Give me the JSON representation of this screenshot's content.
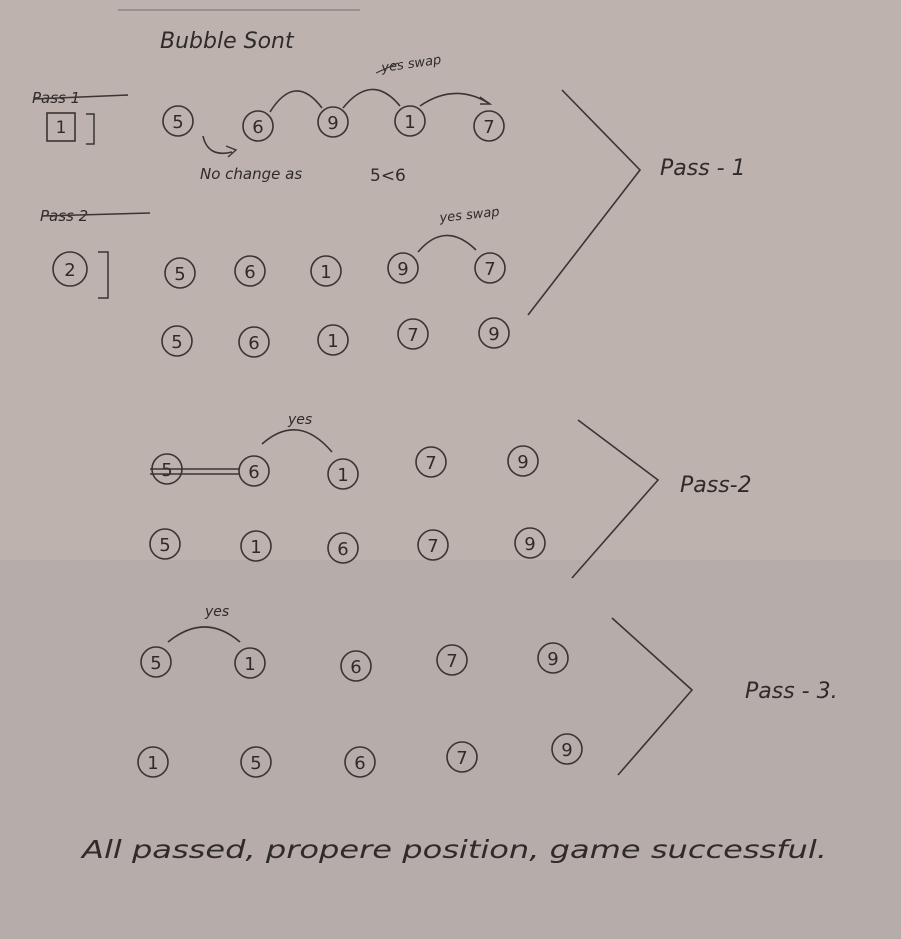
{
  "title": "Bubble Sont",
  "circle_style": {
    "stroke": "#3a3433",
    "ink": "#2f2b2a"
  },
  "step_labels": {
    "step1": "Pass 1",
    "step1_num": "1",
    "step2": "Pass 2",
    "step2_num": "2"
  },
  "rows": {
    "r1": [
      5,
      6,
      9,
      1,
      7
    ],
    "r2": [
      5,
      6,
      1,
      9,
      7
    ],
    "r3": [
      5,
      6,
      1,
      7,
      9
    ],
    "r4": [
      5,
      6,
      1,
      7,
      9
    ],
    "r5": [
      5,
      1,
      6,
      7,
      9
    ],
    "r6": [
      5,
      1,
      6,
      7,
      9
    ],
    "r7": [
      1,
      5,
      6,
      7,
      9
    ]
  },
  "notes": {
    "r1_swap": "yes swap",
    "r1_nochange": "No change as",
    "r1_compare": "5<6",
    "r2_swap": "yes swap",
    "r4_yes": "yes",
    "r6_yes": "yes"
  },
  "pass_labels": {
    "p1": "Pass - 1",
    "p2": "Pass-2",
    "p3": "Pass - 3."
  },
  "conclusion": "All passed, propere position, game successful."
}
